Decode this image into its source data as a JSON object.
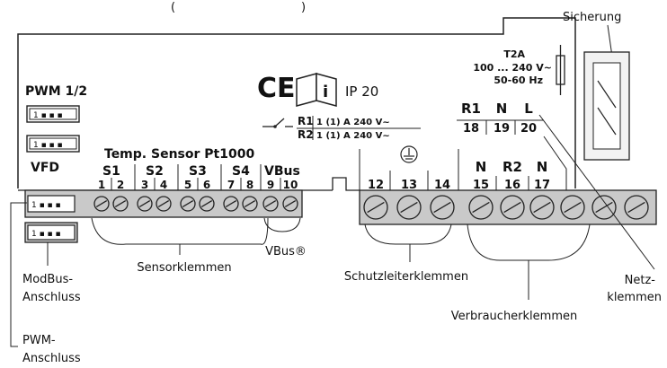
{
  "top_fragment": "(",
  "top_fragment_right": ")",
  "pwm_title": "PWM 1/2",
  "vfd_label": "VFD",
  "temp_sensor_label": "Temp. Sensor Pt1000",
  "ce_mark": "CE",
  "ip_rating": "IP 20",
  "manual_icon_letter": "i",
  "relay_r1": "R1",
  "relay_r1_spec": "1 (1) A 240 V~",
  "relay_r2": "R2",
  "relay_r2_spec": "1 (1) A 240 V~",
  "fuse_rating": "T2A",
  "voltage_range": "100 ... 240 V~",
  "frequency": "50-60 Hz",
  "fuse_label": "Sicherung",
  "connector_text": "1 ▪ ▪ ▪",
  "sensor_groups": [
    "S1",
    "S2",
    "S3",
    "S4",
    "VBus"
  ],
  "sensor_terminals": [
    "1",
    "2",
    "3",
    "4",
    "5",
    "6",
    "7",
    "8",
    "9",
    "10"
  ],
  "earth_terminals": [
    "12",
    "13",
    "14"
  ],
  "mains_headers": [
    "R1",
    "N",
    "L"
  ],
  "mains_terminals": [
    "18",
    "19",
    "20"
  ],
  "load_headers": [
    "N",
    "R2",
    "N"
  ],
  "load_terminals": [
    "15",
    "16",
    "17"
  ],
  "callouts": {
    "sensor": "Sensorklemmen",
    "vbus": "VBus®",
    "earth": "Schutzleiterklemmen",
    "load": "Verbraucherklemmen",
    "mains_line1": "Netz-",
    "mains_line2": "klemmen",
    "modbus_line1": "ModBus-",
    "modbus_line2": "Anschluss",
    "pwm_line1": "PWM-",
    "pwm_line2": "Anschluss"
  }
}
